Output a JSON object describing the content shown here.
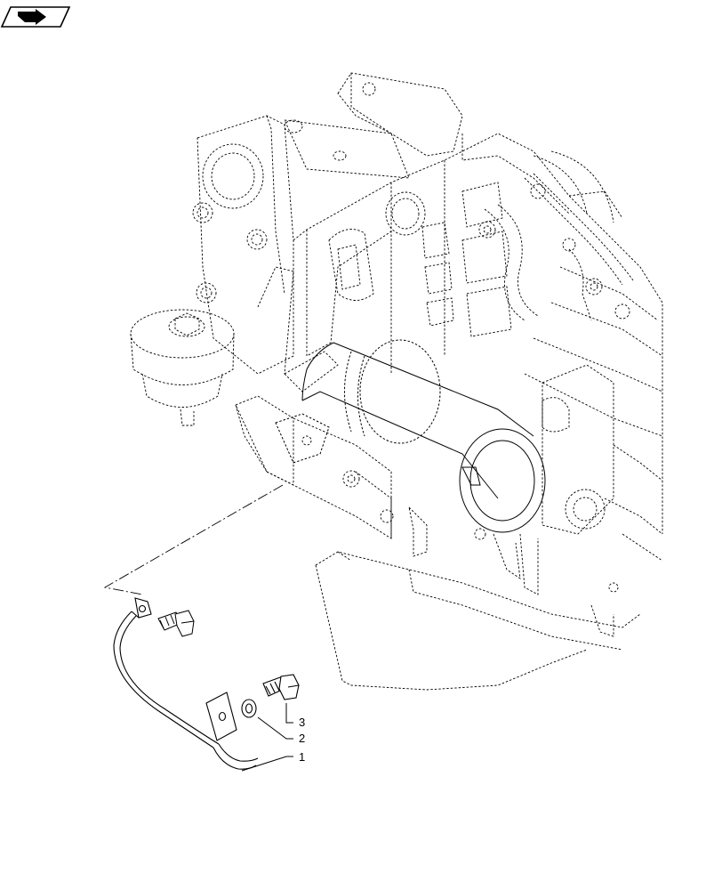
{
  "header": {
    "nav_icon": "next-page-arrow-icon"
  },
  "callouts": [
    {
      "number": "1",
      "part": "ground-cable"
    },
    {
      "number": "2",
      "part": "washer"
    },
    {
      "number": "3",
      "part": "bolt"
    }
  ],
  "colors": {
    "line": "#000000",
    "background": "#ffffff"
  }
}
